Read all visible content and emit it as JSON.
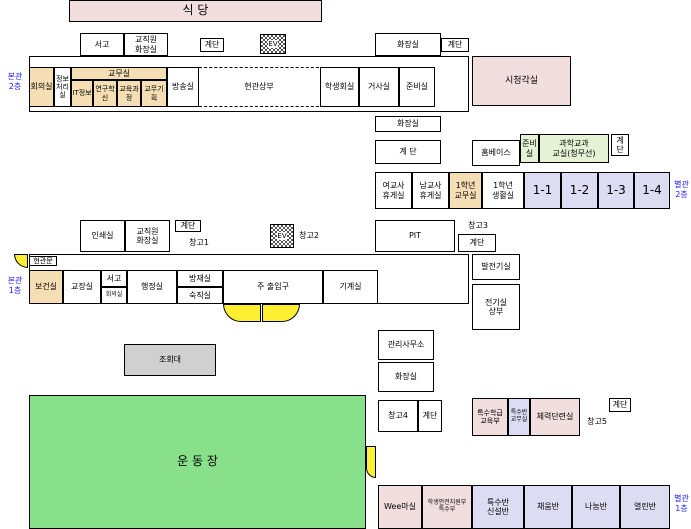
{
  "labels": {
    "main2": "본관\n2층",
    "main1": "본관\n1층",
    "annex2": "별관\n2층",
    "annex1": "별관\n1층"
  },
  "rooms": {
    "cafeteria": "식    당",
    "storage_top": "서고",
    "staff_restroom_top": "교직원\n화장실",
    "stair_label_top": "계단",
    "ev_top": "EV",
    "health_room": "회의실",
    "info_room": "정보\n처리\n실",
    "office_block": "교무실",
    "it_room": "IT정보",
    "research": "연구학\n신",
    "curriculum": "교육과\n정",
    "academic": "교무기\n획",
    "broadcast": "방송실",
    "lobby2": "현관상부",
    "student_council": "학생회실",
    "dorm": "거사실",
    "prep_room": "준비실",
    "restroom_a": "화장실",
    "stair_a": "계단",
    "av_room": "시청각실",
    "restroom_b": "화장실",
    "stair_b": "계 단",
    "prep2": "준비\n실",
    "sci_room": "과학교과\n교실(청무선)",
    "stair_c": "계\n단",
    "homebase": "홈베이스",
    "female_lounge": "여교사\n휴게실",
    "male_lounge": "남교사\n휴게실",
    "grade1_office": "1학년\n교무실",
    "life_guidance": "1학년\n생활실",
    "c11": "1-1",
    "c12": "1-2",
    "c13": "1-3",
    "c14": "1-4",
    "print_room": "인쇄실",
    "staff_restroom_1f": "교직원\n화장실",
    "storage1": "창고1",
    "stair_1f": "계단",
    "ev_1f": "EV",
    "storage2": "창고2",
    "pit": "PIT",
    "storage3": "창고3",
    "stair_3": "계단",
    "entrance_small": "현관문",
    "nurse": "보건실",
    "principal": "교장실",
    "storage_small": "서고",
    "meeting_small": "회의실",
    "admin": "행정실",
    "security": "방재실",
    "night_duty": "숙직실",
    "main_entrance": "주 출입구",
    "machine": "기계실",
    "generator": "발전기실",
    "electric": "전기실\n상부",
    "mgmt_office": "관리사무소",
    "restroom_1f": "화장실",
    "storage4": "창고4",
    "stair_4": "계단",
    "special_ed": "특수학급\n교육부",
    "special_dept": "특수반\n교무실",
    "pe_prep": "체력단련실",
    "stair_5": "계단",
    "storage5": "창고5",
    "podium": "조회대",
    "playground": "운 동 장",
    "wee": "Wee마실",
    "safety": "학생안전지원부\n특수부",
    "special_class": "특수반\n신설반",
    "cheum": "채움반",
    "nanum": "나눔반",
    "yeollin": "열린반"
  }
}
